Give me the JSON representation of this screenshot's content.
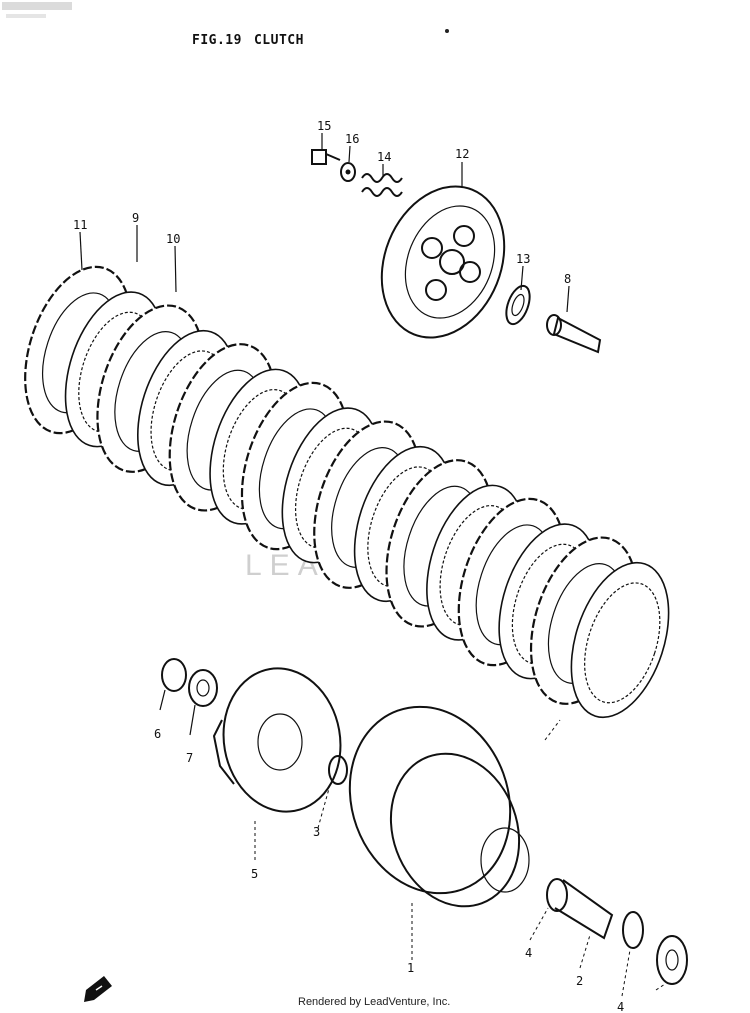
{
  "diagram": {
    "fig_number": "FIG.19",
    "fig_title": "CLUTCH",
    "footer": "Rendered by LeadVenture, Inc.",
    "watermark": "LEADVENTURE",
    "callouts": {
      "c1": "1",
      "c2": "2",
      "c3": "3",
      "c4a": "4",
      "c4b": "4",
      "c5": "5",
      "c6": "6",
      "c7": "7",
      "c8": "8",
      "c9": "9",
      "c10": "10",
      "c11": "11",
      "c12": "12",
      "c13": "13",
      "c14": "14",
      "c15": "15",
      "c16": "16"
    },
    "nav_icon": "arrow-icon"
  }
}
